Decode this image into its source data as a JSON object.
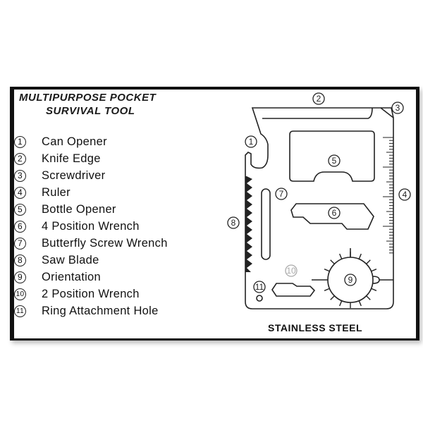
{
  "title_line1": "MULTIPURPOSE POCKET",
  "title_line2": "SURVIVAL TOOL",
  "items": [
    {
      "n": "1",
      "label": "Can Opener"
    },
    {
      "n": "2",
      "label": "Knife Edge"
    },
    {
      "n": "3",
      "label": "Screwdriver"
    },
    {
      "n": "4",
      "label": "Ruler"
    },
    {
      "n": "5",
      "label": "Bottle Opener"
    },
    {
      "n": "6",
      "label": "4 Position Wrench"
    },
    {
      "n": "7",
      "label": "Butterfly Screw Wrench"
    },
    {
      "n": "8",
      "label": "Saw Blade"
    },
    {
      "n": "9",
      "label": "Orientation"
    },
    {
      "n": "10",
      "label": "2 Position Wrench"
    },
    {
      "n": "11",
      "label": "Ring Attachment Hole"
    }
  ],
  "material": "STAINLESS STEEL"
}
